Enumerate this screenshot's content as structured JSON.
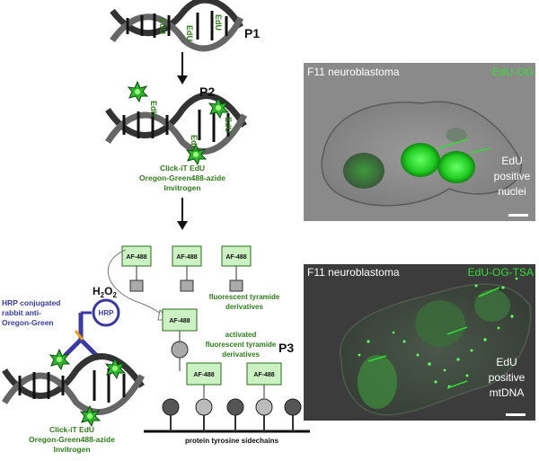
{
  "top": {
    "edu_letters": "EdU",
    "p1": "P1",
    "p2": "P2",
    "click_it_1": "Click-iT EdU",
    "click_it_2": "Oregon-Green488-azide",
    "click_it_3": "Invitrogen"
  },
  "tyramide": {
    "box_label": "AF-488",
    "fluor_tyr_1": "fluorescent tyramide",
    "fluor_tyr_2": "derivatives",
    "h2o2": "H",
    "h2o2_sub": "2",
    "h2o2_o": "O",
    "h2o2_sub2": "2",
    "hrp": "HRP",
    "hrp_desc_1": "HRP conjugated",
    "hrp_desc_2": "rabbit anti-",
    "hrp_desc_3": "Oregon-Green",
    "activated_1": "activated",
    "activated_2": "fluorescent tyramide",
    "activated_3": "derivatives",
    "p3": "P3",
    "protein": "protein tyrosine sidechains"
  },
  "bottom_left": {
    "click_it_1": "Click-iT EdU",
    "click_it_2": "Oregon-Green488-azide",
    "click_it_3": "Invitrogen"
  },
  "micro_top": {
    "cell_label": "F11 neuroblastoma",
    "stain_label": "EdU-OG",
    "pos_1": "EdU",
    "pos_2": "positive",
    "pos_3": "nuclei"
  },
  "micro_bottom": {
    "cell_label": "F11 neuroblastoma",
    "stain_label": "EdU-OG-TSA",
    "pos_1": "EdU",
    "pos_2": "positive",
    "pos_3": "mtDNA"
  }
}
